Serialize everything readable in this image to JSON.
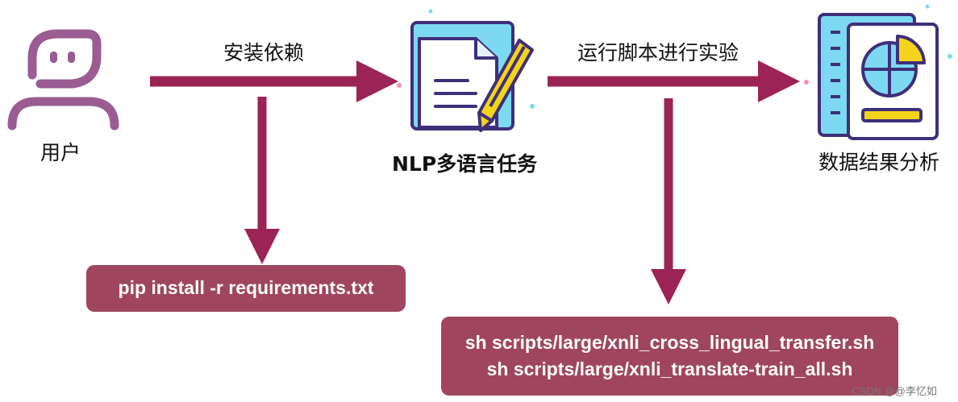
{
  "nodes": {
    "user": "用户",
    "task": "NLP多语言任务",
    "analysis": "数据结果分析"
  },
  "edges": {
    "install": "安装依赖",
    "run": "运行脚本进行实验"
  },
  "commands": {
    "install": "pip install -r requirements.txt",
    "run_line1": "sh scripts/large/xnli_cross_lingual_transfer.sh",
    "run_line2": "sh scripts/large/xnli_translate-train_all.sh"
  },
  "watermark": "CSDN @@李忆如",
  "colors": {
    "arrow": "#9b2356",
    "user_icon": "#9a5c92",
    "command_box": "#a0455e",
    "icon_outline": "#3f2f7a",
    "icon_cyan": "#7dd9f2",
    "icon_yellow": "#f4d41a"
  }
}
